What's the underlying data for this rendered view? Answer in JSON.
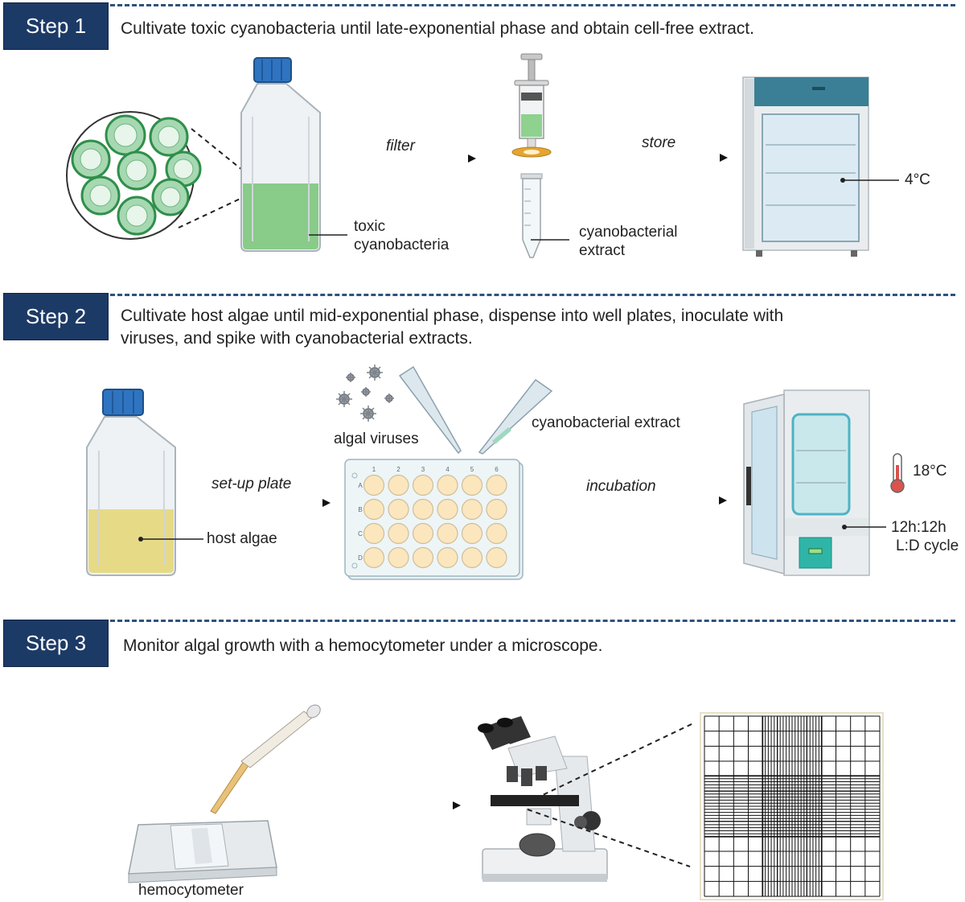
{
  "steps": [
    {
      "label": "Step 1",
      "description": "Cultivate toxic cyanobacteria until late-exponential phase and obtain cell-free extract.",
      "arrow_labels": [
        "filter",
        "store"
      ],
      "labels": {
        "culture_line1": "toxic",
        "culture_line2": "cyanobacteria",
        "extract_line1": "cyanobacterial",
        "extract_line2": "extract",
        "fridge_temp": "4°C"
      }
    },
    {
      "label": "Step 2",
      "description_line1": "Cultivate host algae until mid-exponential phase, dispense into well plates, inoculate with",
      "description_line2": "viruses, and spike with cyanobacterial extracts.",
      "arrow_labels": [
        "set-up plate",
        "incubation"
      ],
      "labels": {
        "algae": "host algae",
        "viruses": "algal viruses",
        "extract": "cyanobacterial extract",
        "incubator_temp": "18°C",
        "cycle_line1": "12h:12h",
        "cycle_line2": "L:D cycle"
      },
      "plate": {
        "columns": [
          "1",
          "2",
          "3",
          "4",
          "5",
          "6"
        ],
        "rows": [
          "A",
          "B",
          "C",
          "D"
        ]
      }
    },
    {
      "label": "Step 3",
      "description": "Monitor algal growth with a hemocytometer under a microscope.",
      "labels": {
        "hemocytometer": "hemocytometer"
      }
    }
  ],
  "colors": {
    "step_box": "#1c3a66",
    "divider": "#2d527c",
    "cyanobacteria_green": "#7dc67d",
    "algae_yellow": "#e6d77a",
    "cap_blue": "#2f74c0",
    "fridge_teal": "#3a7f95",
    "well_cream": "#fbe6bd",
    "thermometer_red": "#d9534f"
  }
}
